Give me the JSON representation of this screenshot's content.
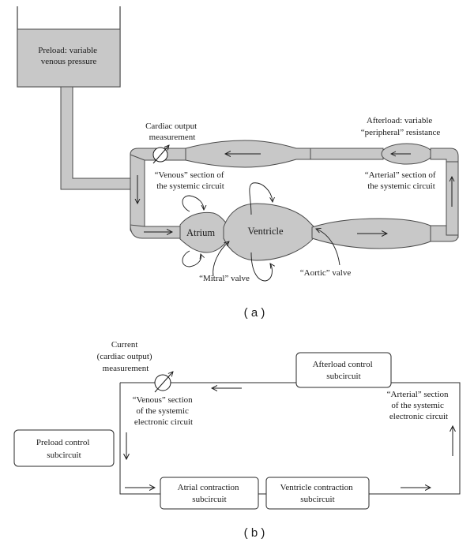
{
  "diagram_a": {
    "preload": [
      "Preload: variable",
      "venous pressure"
    ],
    "cardiac_output": [
      "Cardiac output",
      "measurement"
    ],
    "afterload": [
      "Afterload: variable",
      "“peripheral” resistance"
    ],
    "venous_section": [
      "“Venous” section of",
      "the systemic circuit"
    ],
    "arterial_section": [
      "“Arterial” section of",
      "the systemic circuit"
    ],
    "atrium": "Atrium",
    "ventricle": "Ventricle",
    "mitral": "“Mitral” valve",
    "aortic": "“Aortic” valve",
    "panel_label": "( a )"
  },
  "diagram_b": {
    "current": [
      "Current",
      "(cardiac output)",
      "measurement"
    ],
    "afterload_box": [
      "Afterload control",
      "subcircuit"
    ],
    "venous_section": [
      "“Venous” section",
      "of the systemic",
      "electronic circuit"
    ],
    "arterial_section": [
      "“Arterial” section",
      "of the systemic",
      "electronic circuit"
    ],
    "preload_box": [
      "Preload control",
      "subcircuit"
    ],
    "atrial_box": [
      "Atrial contraction",
      "subcircuit"
    ],
    "ventricle_box": [
      "Ventricle contraction",
      "subcircuit"
    ],
    "panel_label": "( b )"
  },
  "colors": {
    "fill": "#c8c8c8",
    "stroke": "#4a4a4a"
  }
}
